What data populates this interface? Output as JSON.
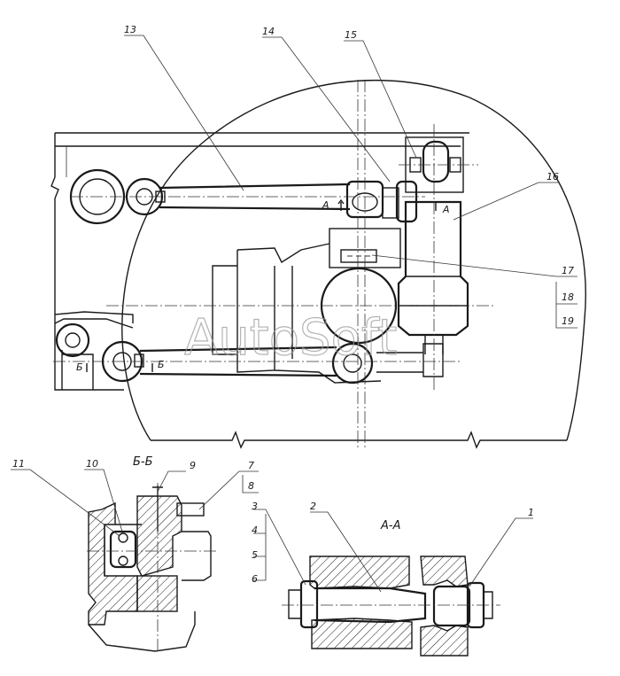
{
  "callouts": {
    "c1": "1",
    "c2": "2",
    "c3": "3",
    "c4": "4",
    "c5": "5",
    "c6": "6",
    "c7": "7",
    "c8": "8",
    "c9": "9",
    "c10": "10",
    "c11": "11",
    "c13": "13",
    "c14": "14",
    "c15": "15",
    "c16": "16",
    "c17": "17",
    "c18": "18",
    "c19": "19"
  },
  "view_marks": {
    "a_top": "А",
    "a_bottom": "А",
    "b_left": "Б",
    "b_right": "Б"
  },
  "sections": {
    "b_b": "Б-Б",
    "a_a": "А-А"
  },
  "watermark": "AutoSoft"
}
